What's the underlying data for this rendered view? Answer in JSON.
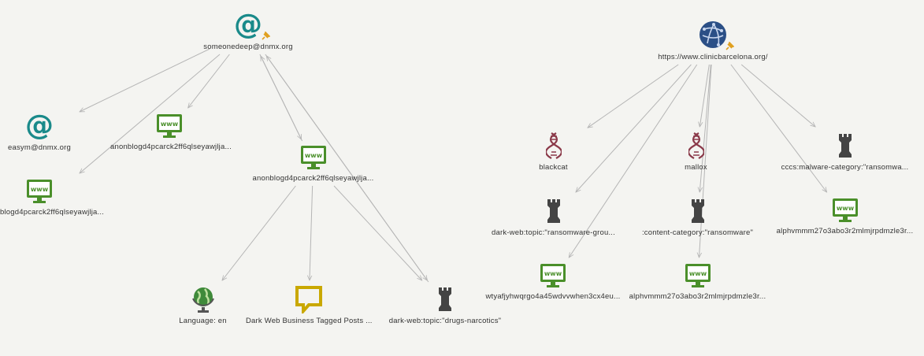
{
  "colors": {
    "background": "#f4f4f1",
    "email": "#1a8a8a",
    "website": "#4a8f2a",
    "malware": "#8b3a4a",
    "topic": "#444444",
    "globe": "#2b4f86",
    "language": "#3f8a3a",
    "post": "#c9a800",
    "edge": "#b5b5b5",
    "pin": "#e0a020"
  },
  "nodes": {
    "email_main": {
      "label": "someonedeep@dnmx.org",
      "icon": "at-sign-icon"
    },
    "email_easym": {
      "label": "easym@dnmx.org",
      "icon": "at-sign-icon"
    },
    "site_a": {
      "label": "anonblogd4pcarck2ff6qlseyawjlja...",
      "icon": "www-monitor-icon"
    },
    "site_b": {
      "label": "anonblogd4pcarck2ff6qlseyawjlja...",
      "icon": "www-monitor-icon"
    },
    "site_c": {
      "label": "blogd4pcarck2ff6qlseyawjlja...",
      "icon": "www-monitor-icon"
    },
    "language": {
      "label": "Language: en",
      "icon": "language-globe-icon"
    },
    "posts": {
      "label": "Dark Web Business Tagged Posts ...",
      "icon": "speech-bubble-icon"
    },
    "drugs": {
      "label": "dark-web:topic:\"drugs-narcotics\"",
      "icon": "chess-rook-icon"
    },
    "clinic": {
      "label": "https://www.clinicbarcelona.org/",
      "icon": "globe-icon"
    },
    "blackcat": {
      "label": "blackcat",
      "icon": "dna-icon"
    },
    "mallox": {
      "label": "mallox",
      "icon": "dna-icon"
    },
    "cccs": {
      "label": "cccs:malware-category:\"ransomwa...",
      "icon": "chess-rook-icon"
    },
    "ransom_group": {
      "label": "dark-web:topic:\"ransomware-grou...",
      "icon": "chess-rook-icon"
    },
    "content_cat": {
      "label": ":content-category:\"ransomware\"",
      "icon": "chess-rook-icon"
    },
    "alph1": {
      "label": "alphvmmm27o3abo3r2mlmjrpdmzle3r...",
      "icon": "www-monitor-icon"
    },
    "wtya": {
      "label": "wtyafjyhwqrgo4a45wdvvwhen3cx4eu...",
      "icon": "www-monitor-icon"
    },
    "alph2": {
      "label": "alphvmmm27o3abo3r2mlmjrpdmzle3r...",
      "icon": "www-monitor-icon"
    }
  },
  "edges": [
    {
      "from": "email_main",
      "to": "email_easym"
    },
    {
      "from": "email_main",
      "to": "site_a"
    },
    {
      "from": "email_main",
      "to": "site_c"
    },
    {
      "from": "email_main",
      "to": "site_b"
    },
    {
      "from": "site_b",
      "to": "email_main"
    },
    {
      "from": "drugs",
      "to": "email_main"
    },
    {
      "from": "email_main",
      "to": "drugs"
    },
    {
      "from": "site_b",
      "to": "language"
    },
    {
      "from": "site_b",
      "to": "posts"
    },
    {
      "from": "site_b",
      "to": "drugs"
    },
    {
      "from": "clinic",
      "to": "blackcat"
    },
    {
      "from": "clinic",
      "to": "ransom_group"
    },
    {
      "from": "clinic",
      "to": "wtya"
    },
    {
      "from": "clinic",
      "to": "mallox"
    },
    {
      "from": "clinic",
      "to": "content_cat"
    },
    {
      "from": "clinic",
      "to": "alph2"
    },
    {
      "from": "clinic",
      "to": "cccs"
    },
    {
      "from": "clinic",
      "to": "alph1"
    }
  ],
  "www_text": "www"
}
